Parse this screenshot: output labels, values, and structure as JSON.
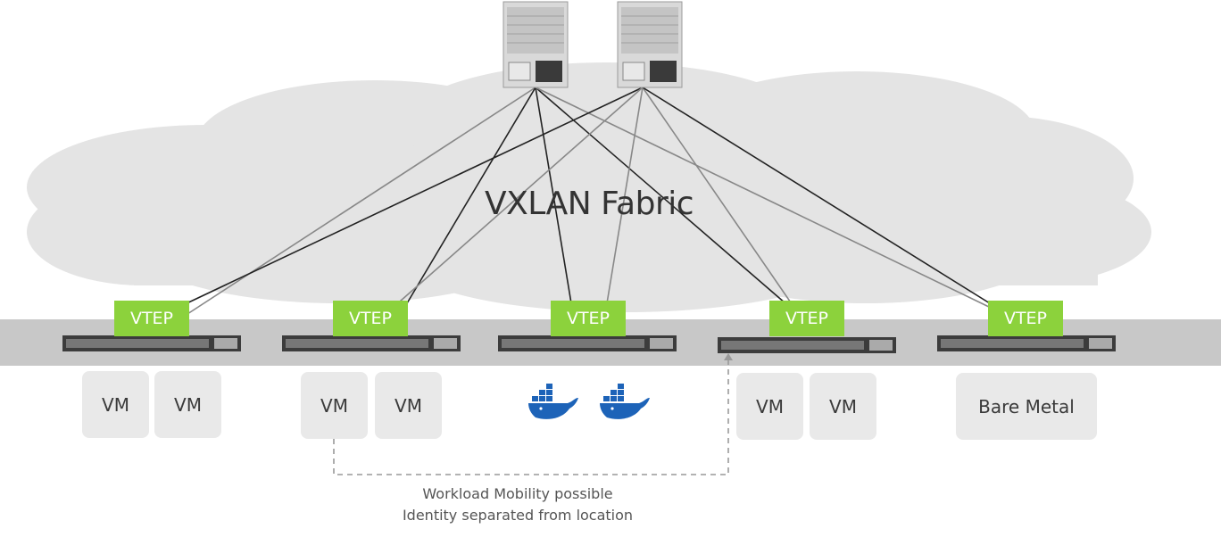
{
  "fabric": {
    "title": "VXLAN Fabric"
  },
  "vteps": [
    {
      "label": "VTEP"
    },
    {
      "label": "VTEP"
    },
    {
      "label": "VTEP"
    },
    {
      "label": "VTEP"
    },
    {
      "label": "VTEP"
    }
  ],
  "workloads": {
    "vm": "VM",
    "bare_metal": "Bare Metal",
    "container_icon": "docker-whale-icon"
  },
  "caption": {
    "line1": "Workload Mobility possible",
    "line2": "Identity separated from location"
  },
  "colors": {
    "vtep_green": "#8cd23c",
    "cloud": "#e4e4e4",
    "underlay_band": "#c8c8c8",
    "docker_blue": "#1d63b8",
    "workload_box": "#e9e9e9"
  }
}
